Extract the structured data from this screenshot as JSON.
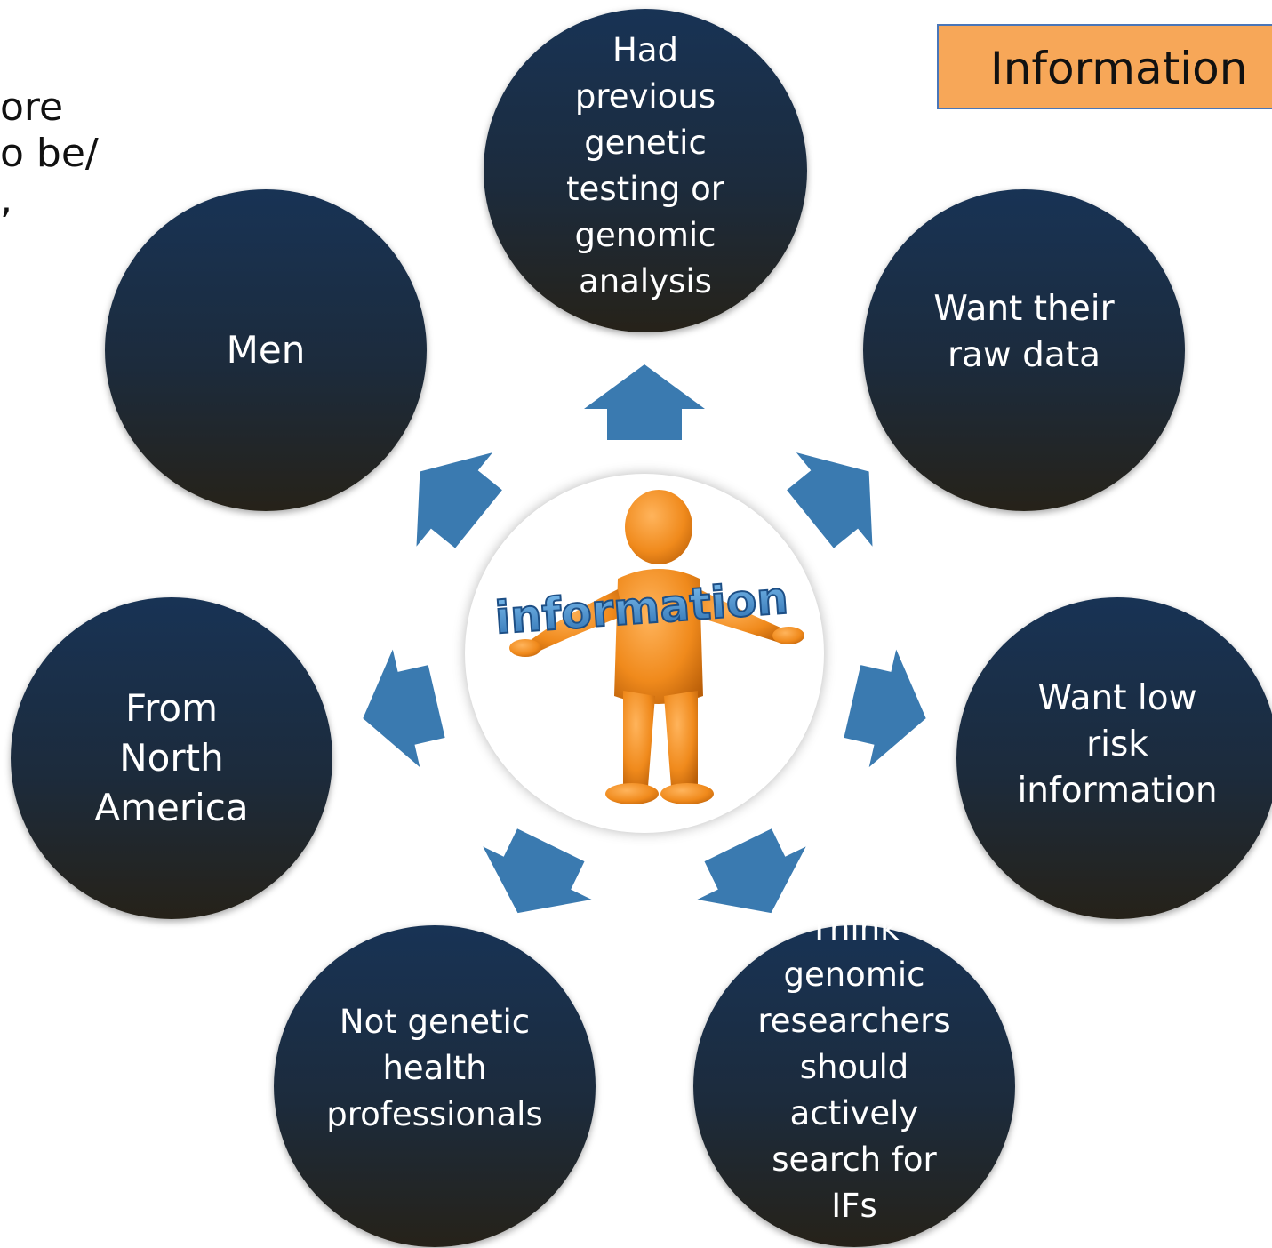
{
  "left_text": "ore\no be/\n,",
  "header_label": "Information",
  "center_word": "information",
  "nodes": [
    {
      "label": "Had\nprevious\ngenetic\ntesting or\ngenomic\nanalysis"
    },
    {
      "label": "Want their\nraw data"
    },
    {
      "label": "Want low\nrisk\ninformation"
    },
    {
      "label": "Think\ngenomic\nresearchers\nshould\nactively\nsearch for\nIFs"
    },
    {
      "label": "Not genetic\nhealth\nprofessionals"
    },
    {
      "label": "From\nNorth\nAmerica"
    },
    {
      "label": "Men"
    }
  ],
  "colors": {
    "node_top": "#183355",
    "node_bottom": "#262219",
    "arrow": "#3a7ab0",
    "box": "#f7a758",
    "figure": "#f08a1c",
    "word": "#3c86c9"
  }
}
